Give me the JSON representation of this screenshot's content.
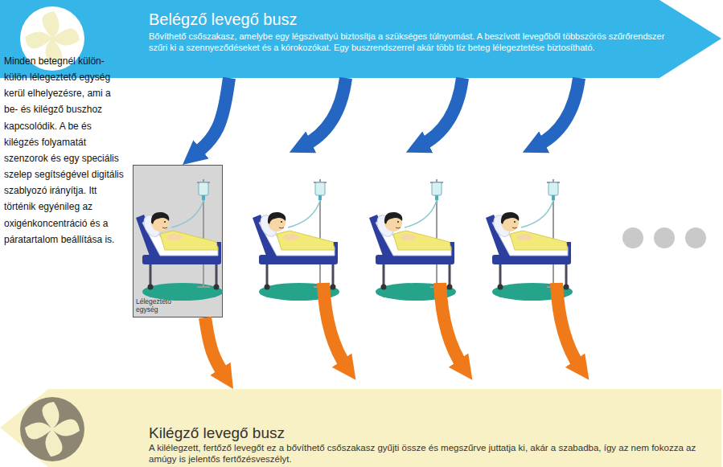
{
  "diagram": {
    "nodes": [
      {
        "text": [
          "Belégző levegő busz",
          "Bővíthető csőszakasz, amelybe egy légszivattyú biztosítja a szükséges túlnyomást. A beszívott levegőből többszörös szűrőrendszer szűri ki a szennyeződéseket és a kórokozókat. Egy buszrendszerrel akár több tíz beteg lélegeztetése biztosítható."
        ]
      },
      {
        "text": [
          "Lélegeztető egység"
        ]
      },
      {
        "text": [
          "Kilégző levegő busz",
          "A kilélegzett, fertőző levegőt ez a bővíthető csőszakasz gyűjti össze és megszűrve juttatja ki, akár a szabadba, így az nem fokozza az amúgy is jelentős fertőzésveszélyt."
        ]
      }
    ],
    "edges": [
      {
        "from": 0,
        "to": 1,
        "arrow": "to"
      },
      {
        "from": 1,
        "to": 2,
        "arrow": "to"
      }
    ],
    "labels": [
      "Minden betegnél külön-külön lélegeztető egység kerül elhelyezésre, ami a be- és kilégző buszhoz kapcsolódik. A be és kilégzés folyamatát szenzorok és egy speciális szelep segítségével digitális szablyozó irányítja. Itt történik egyénileg az oxigénkoncentráció és a páratartalom beállítása is."
    ]
  }
}
